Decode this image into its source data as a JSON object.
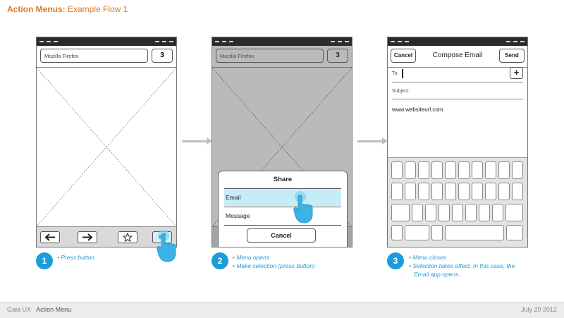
{
  "page": {
    "title_bold": "Action Menus:",
    "title_rest": " Example Flow 1"
  },
  "screens": {
    "browser": {
      "url_text": "Mozilla Firefox",
      "tab_count": "3",
      "toolbar_icons": [
        "arrow-left-icon",
        "arrow-right-icon",
        "star-icon",
        "share-icon"
      ]
    },
    "share_menu": {
      "title": "Share",
      "options": [
        "Email",
        "Message"
      ],
      "cancel_label": "Cancel"
    },
    "compose": {
      "cancel_label": "Cancel",
      "title": "Compose Email",
      "send_label": "Send",
      "to_label": "To:",
      "subject_label": "Subject:",
      "body": "www.websiteurl.com"
    }
  },
  "steps": [
    {
      "number": "1",
      "notes": [
        "• Press button"
      ]
    },
    {
      "number": "2",
      "notes": [
        "• Menu opens",
        "• Make selection (press button)"
      ]
    },
    {
      "number": "3",
      "notes": [
        "• Menu closes",
        "• Selection takes effect. In this case, the",
        "Email app opens."
      ]
    }
  ],
  "footer": {
    "product": "Gaia UX",
    "section": "Action Menu",
    "date": "July 20 2012"
  },
  "colors": {
    "title_accent": "#e07a1f",
    "step_blue": "#1a9edb",
    "highlight": "#c6ecf7"
  }
}
